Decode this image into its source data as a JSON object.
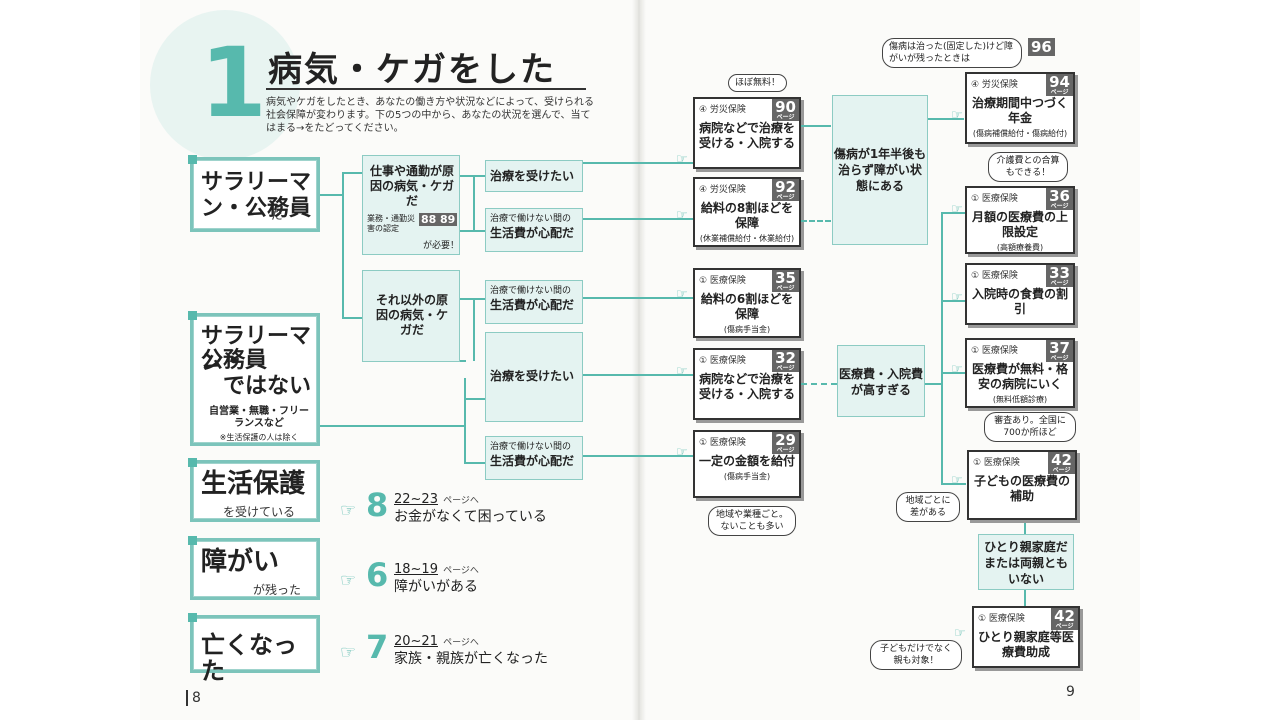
{
  "title": {
    "number": "1",
    "text": "病気・ケガをした"
  },
  "intro": "病気やケガをしたとき、あなたの働き方や状況などによって、受けられる社会保障が変わります。下の5つの中から、あなたの状況を選んで、当てはまる→をたどってください。",
  "categories": {
    "salaryman": {
      "main": "サラリーマン・公務員",
      "sub": "だ"
    },
    "non_salaryman": {
      "line1": "サラリーマン・",
      "line2": "公務員",
      "line3": "ではない",
      "note": "自営業・無職・フリーランスなど",
      "note2": "※生活保護の人は除く"
    },
    "welfare": {
      "main": "生活保護",
      "sub": "を受けている"
    },
    "disability": {
      "main": "障がい",
      "sub": "が残った"
    },
    "death": {
      "main": "亡くなった"
    }
  },
  "conditions": {
    "work_cause": {
      "text": "仕事や通勤が原因の病気・ケガだ",
      "small": "業務・通勤災害の認定",
      "pages": [
        "88",
        "89"
      ],
      "note": "が必要！"
    },
    "other_cause": {
      "text": "それ以外の原因の病気・ケガだ"
    }
  },
  "questions": {
    "treat1": "治療を受けたい",
    "living1": {
      "small": "治療で働けない間の",
      "main": "生活費が心配だ"
    },
    "living2": {
      "small": "治療で働けない間の",
      "main": "生活費が心配だ"
    },
    "treat2": "治療を受けたい",
    "living3": {
      "small": "治療で働けない間の",
      "main": "生活費が心配だ"
    }
  },
  "results": [
    {
      "tag": "④ 労災保険",
      "page": "90",
      "text": "病院などで治療を受ける・入院する",
      "small": ""
    },
    {
      "tag": "④ 労災保険",
      "page": "92",
      "text": "給料の8割ほどを保障",
      "small": "(休業補償給付・休業給付)"
    },
    {
      "tag": "① 医療保険",
      "page": "35",
      "text": "給料の6割ほどを保障",
      "small": "(傷病手当金)"
    },
    {
      "tag": "① 医療保険",
      "page": "32",
      "text": "病院などで治療を受ける・入院する",
      "small": ""
    },
    {
      "tag": "① 医療保険",
      "page": "29",
      "text": "一定の金額を給付",
      "small": "(傷病手当金)"
    },
    {
      "tag": "④ 労災保険",
      "page": "94",
      "text": "治療期間中つづく年金",
      "small": "(傷病補償給付・傷病給付)"
    },
    {
      "tag": "① 医療保険",
      "page": "36",
      "text": "月額の医療費の上限設定",
      "small": "(高額療養費)"
    },
    {
      "tag": "① 医療保険",
      "page": "33",
      "text": "入院時の食費の割引",
      "small": ""
    },
    {
      "tag": "① 医療保険",
      "page": "37",
      "text": "医療費が無料・格安の病院にいく",
      "small": "(無料低額診療)"
    },
    {
      "tag": "① 医療保険",
      "page": "42",
      "text": "子どもの医療費の補助",
      "small": ""
    },
    {
      "tag": "① 医療保険",
      "page": "42",
      "text": "ひとり親家庭等医療費助成",
      "small": ""
    }
  ],
  "page_unit": "ページ",
  "mid": {
    "disability_state": "傷病が1年半後も治らず障がい状態にある",
    "high_cost": "医療費・入院費が高すぎる",
    "single_parent": "ひとり親家庭だまたは両親ともいない"
  },
  "bubbles": {
    "free": "ほぼ無料！",
    "pg96": "傷病は治った(固定した)けど障がいが残ったときは",
    "pg96_num": "96",
    "combine": "介護費との合算もできる！",
    "review": "審査あり。全国に700か所ほど",
    "region": "地域ごとに差がある",
    "industry": "地域や業種ごと。ないことも多い",
    "child": "子どもだけでなく親も対象！"
  },
  "refs": [
    {
      "num": "8",
      "pages": "22~23",
      "unit": "ページへ",
      "text": "お金がなくて困っている"
    },
    {
      "num": "6",
      "pages": "18~19",
      "unit": "ページへ",
      "text": "障がいがある"
    },
    {
      "num": "7",
      "pages": "20~21",
      "unit": "ページへ",
      "text": "家族・親族が亡くなった"
    }
  ],
  "folio": {
    "left": "8",
    "right": "9"
  }
}
